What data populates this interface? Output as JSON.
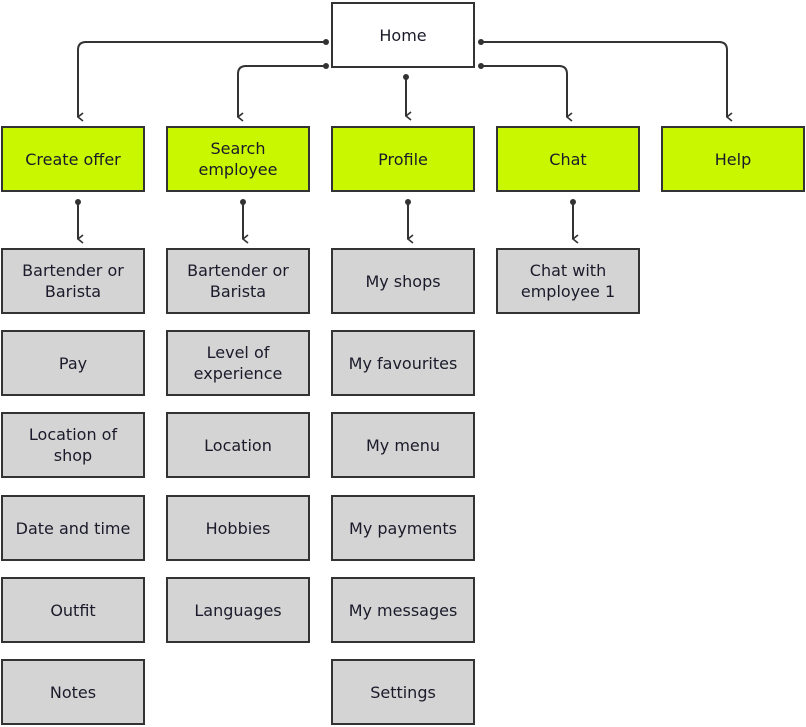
{
  "home": "Home",
  "sections": [
    {
      "label": "Create offer",
      "children": [
        "Bartender or\nBarista",
        "Pay",
        "Location of\nshop",
        "Date and time",
        "Outfit",
        "Notes"
      ]
    },
    {
      "label": "Search\nemployee",
      "children": [
        "Bartender or\nBarista",
        "Level of\nexperience",
        "Location",
        "Hobbies",
        "Languages"
      ]
    },
    {
      "label": "Profile",
      "children": [
        "My shops",
        "My favourites",
        "My menu",
        "My payments",
        "My messages",
        "Settings"
      ]
    },
    {
      "label": "Chat",
      "children": [
        "Chat with\nemployee 1"
      ]
    },
    {
      "label": "Help",
      "children": []
    }
  ],
  "colors": {
    "section": "#c8f700",
    "child": "#d4d4d4",
    "line": "#333333"
  }
}
